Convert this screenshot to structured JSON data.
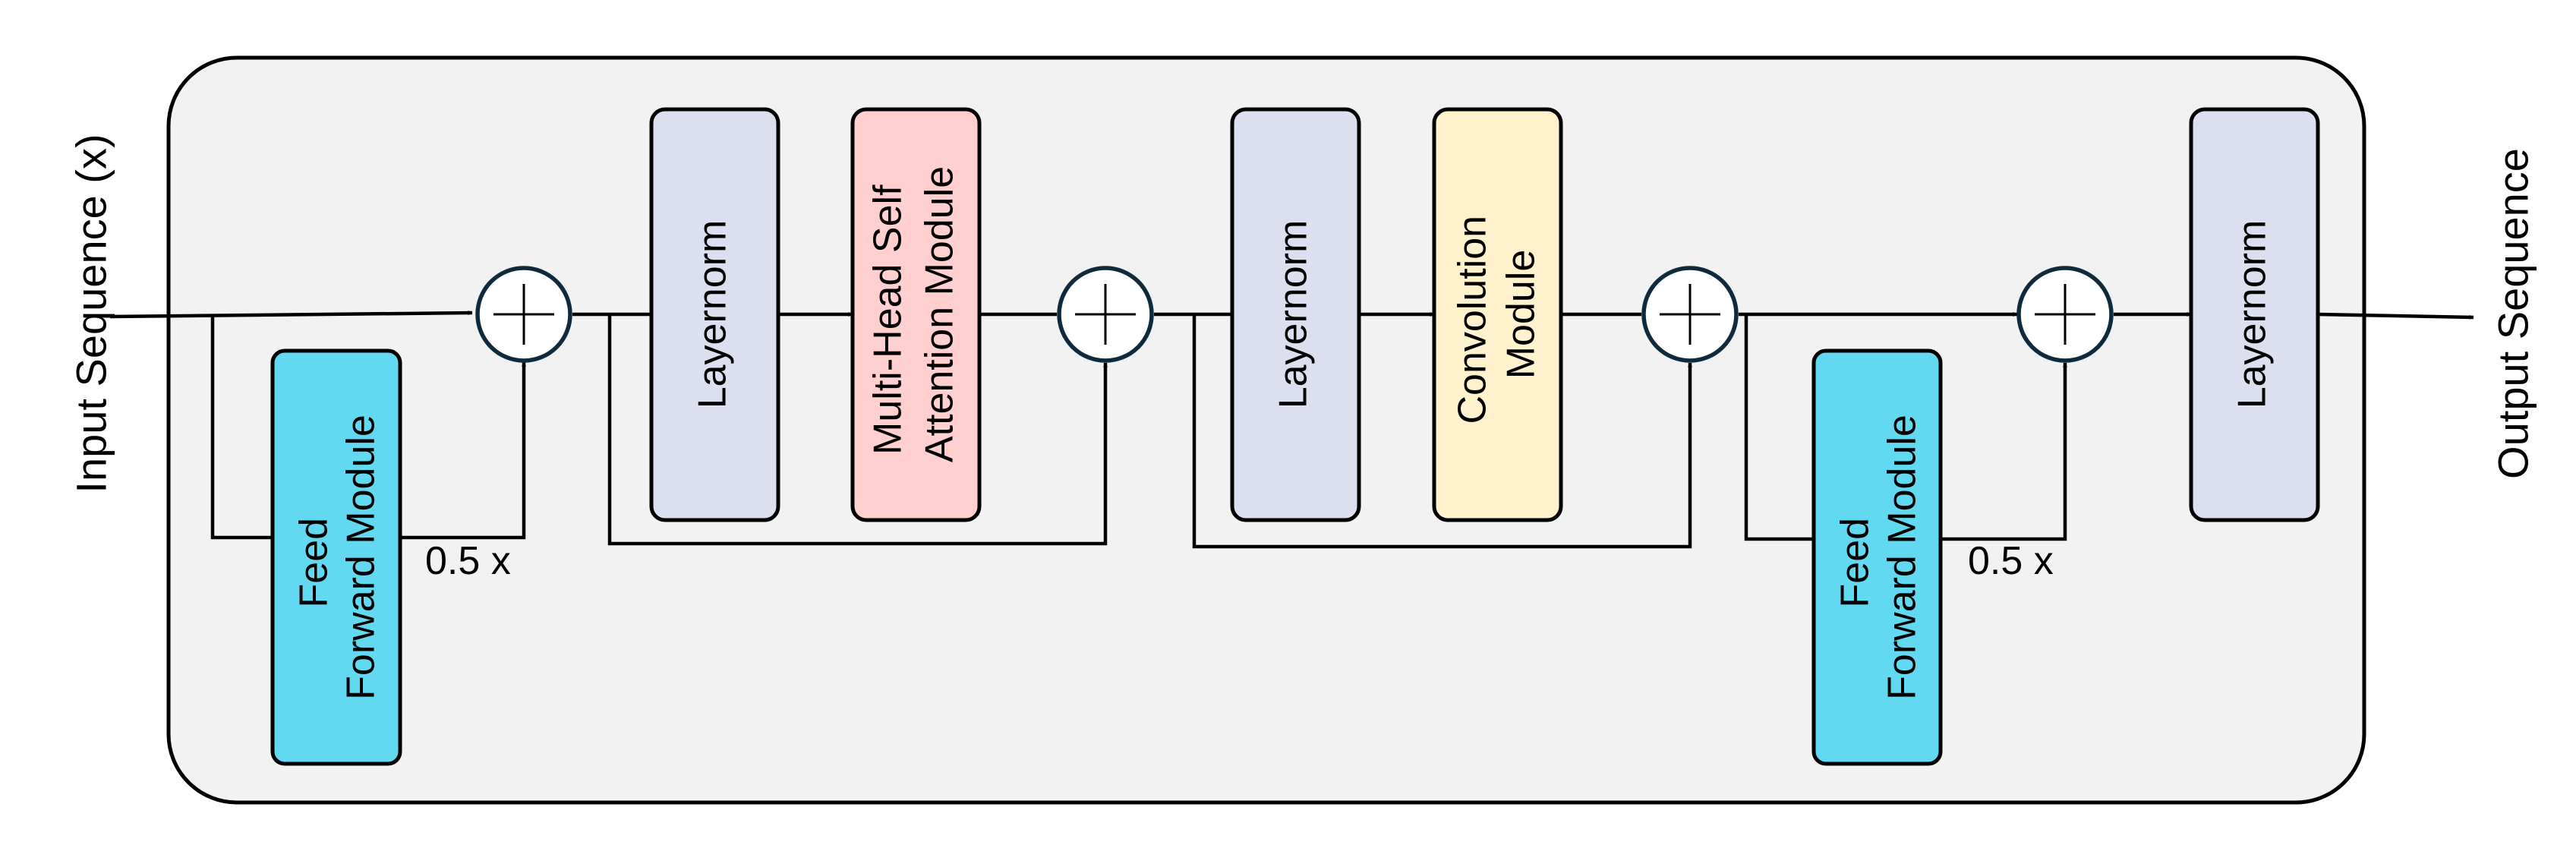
{
  "input_label": "Input Sequence (x)",
  "output_label": "Output Sequence",
  "blocks": {
    "ffn1": {
      "lines": [
        "Feed",
        "Forward Module"
      ],
      "color": "#62d9f1"
    },
    "norm1": {
      "lines": [
        "Layernorm"
      ],
      "color": "#dcdfef"
    },
    "mhsa": {
      "lines": [
        "Multi-Head Self",
        "Attention Module"
      ],
      "color": "#ffd0cf"
    },
    "norm2": {
      "lines": [
        "Layernorm"
      ],
      "color": "#dcdfef"
    },
    "conv": {
      "lines": [
        "Convolution",
        "Module"
      ],
      "color": "#fff2cc"
    },
    "ffn2": {
      "lines": [
        "Feed",
        "Forward Module"
      ],
      "color": "#62d9f1"
    },
    "norm3": {
      "lines": [
        "Layernorm"
      ],
      "color": "#dcdfef"
    }
  },
  "scale_labels": {
    "ffn1": "0.5 x",
    "ffn2": "0.5 x"
  },
  "container_fill": "#f2f2f2",
  "adders": [
    "sum-1",
    "sum-2",
    "sum-3",
    "sum-4"
  ]
}
